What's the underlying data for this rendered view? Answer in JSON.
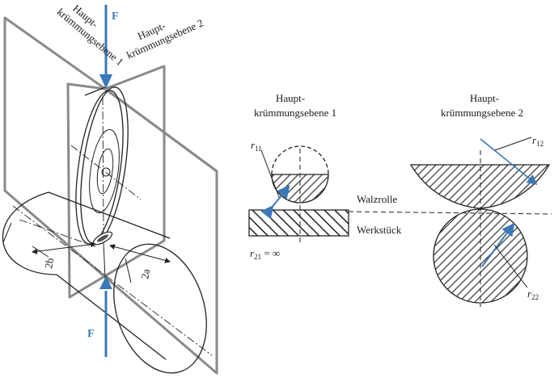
{
  "colors": {
    "force_arrow": "#3a78b8",
    "plane_frame": "#8a8a8a",
    "line": "#222222"
  },
  "left_view": {
    "force_top": "F",
    "force_bottom": "F",
    "plane1_label": [
      "Haupt-",
      "krümmungsebene 1"
    ],
    "plane2_label": [
      "Haupt-",
      "krümmungsebene 2"
    ],
    "dim_2b": "2b",
    "dim_2a": "2a"
  },
  "middle_view": {
    "heading": [
      "Haupt-",
      "krümmungsebene 1"
    ],
    "r11": "11",
    "r21": "21",
    "r21_value": " = ∞"
  },
  "right_view": {
    "heading": [
      "Haupt-",
      "krümmungsebene 2"
    ],
    "r12": "12",
    "r22": "22",
    "label_walzrolle": "Walzrolle",
    "label_werkstueck": "Werkstück"
  }
}
